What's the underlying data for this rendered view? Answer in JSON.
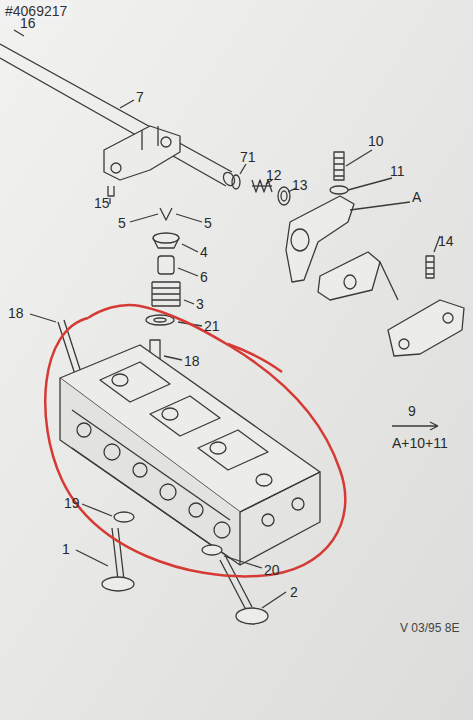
{
  "diagram": {
    "labels": [
      "#4069217",
      "16",
      "7",
      "71",
      "10",
      "12",
      "13",
      "11",
      "A",
      "15",
      "5",
      "5",
      "4",
      "14",
      "6",
      "3",
      "21",
      "18",
      "18",
      "9",
      "A+10+11",
      "19",
      "1",
      "20",
      "2",
      "V 03/95 8E"
    ]
  }
}
